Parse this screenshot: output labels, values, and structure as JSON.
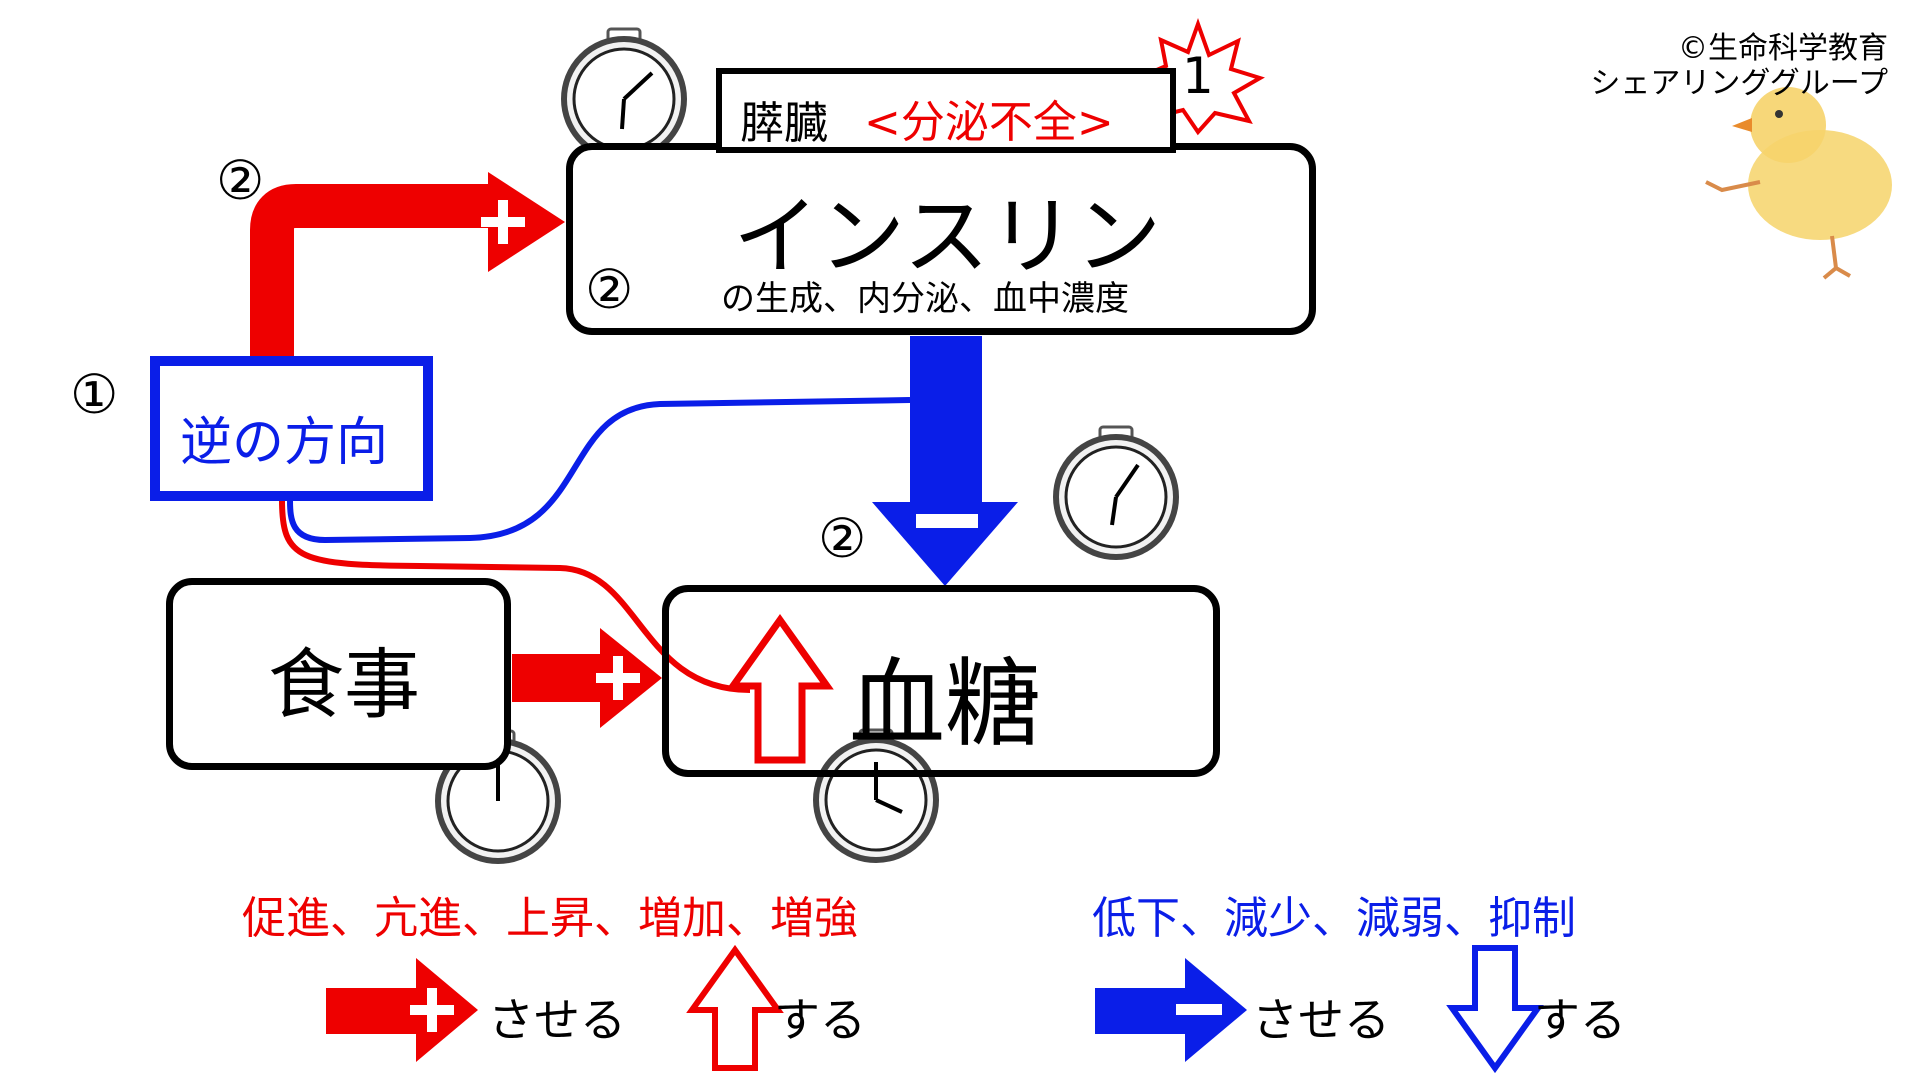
{
  "copyright": {
    "line1": "©生命科学教育",
    "line2": "シェアリンググループ"
  },
  "pancreas": {
    "label": "膵臓",
    "status": "<分泌不全>"
  },
  "starburst_number": "1",
  "insulin": {
    "title": "インスリン",
    "detail": "の生成、内分泌、血中濃度",
    "marker": "②"
  },
  "reverse_box": {
    "label": "逆の方向",
    "marker": "①"
  },
  "meal": {
    "label": "食事"
  },
  "blood_sugar": {
    "label": "血糖",
    "marker": "②"
  },
  "top_arrow_marker": "②",
  "promote_terms": "促進、亢進、上昇、増加、増強",
  "reduce_terms": "低下、減少、減弱、抑制",
  "legend": {
    "make": "させる",
    "do": "する",
    "make2": "させる",
    "do2": "する"
  },
  "colors": {
    "red": "#ee0000",
    "blue": "#0a1ee8",
    "black": "#000000"
  }
}
